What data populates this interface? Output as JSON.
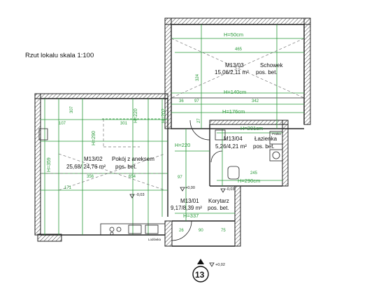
{
  "title": "Rzut lokalu skala 1:100",
  "rooms": {
    "schowek": {
      "id": "M13/03",
      "name": "Schowek",
      "area": "15,06/2,11 m²",
      "floor": "pos. bet."
    },
    "pokoj": {
      "id": "M13/02",
      "name": "Pokój z aneksem",
      "area": "25,68/ 24,76 m²",
      "floor": "pos. bet."
    },
    "lazienka": {
      "id": "M13/04",
      "name": "Łazienka",
      "area": "5,26/4,21 m²",
      "floor": "pos. bet."
    },
    "korytarz": {
      "id": "M13/01",
      "name": "Korytarz",
      "area": "9,17/8,39 m²",
      "floor": "pos. bet."
    }
  },
  "heights": {
    "h50": "H=50cm",
    "h140": "H=140cm",
    "h176": "H=176cm",
    "h201": "H=201cm",
    "h290cm": "H=290cm",
    "h220a": "H=220",
    "h220b": "H=220",
    "h202": "H=202",
    "h290": "H=290",
    "h359": "H=359",
    "h337": "H=337"
  },
  "dims": {
    "d465": "465",
    "d324": "324",
    "d36": "36",
    "d97": "97",
    "d342": "342",
    "d307": "307",
    "d107": "107",
    "d301": "301",
    "d654": "654",
    "d356": "356",
    "d171": "171",
    "d97b": "97",
    "d245": "245",
    "d26": "26",
    "d90": "90",
    "d75": "75",
    "d27": "27"
  },
  "levels": {
    "l1": "-0,03",
    "l2": "+0,00",
    "l3": "+0,02",
    "l4": "-0,03"
  },
  "misc": {
    "pralka": "Pralka",
    "lodowka": "Lodówka"
  },
  "entrance": "13"
}
